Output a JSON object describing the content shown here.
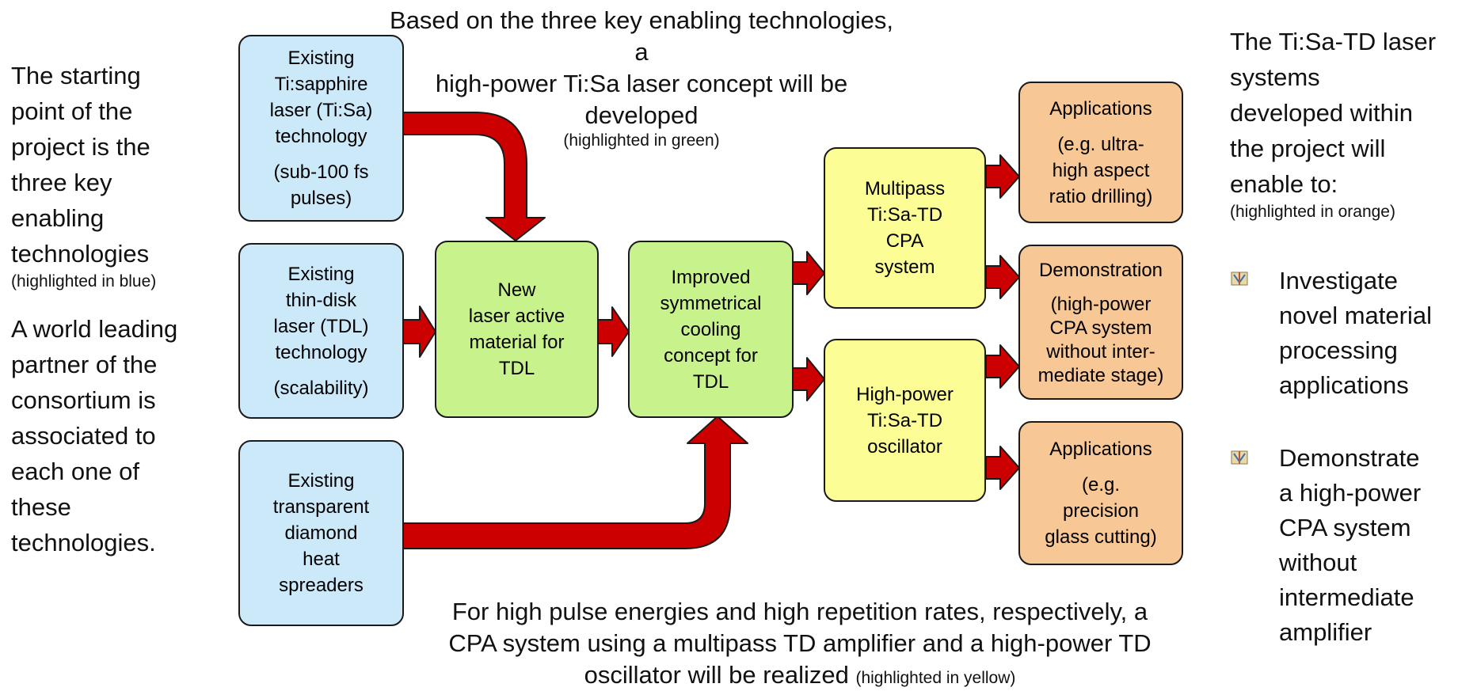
{
  "top_text": {
    "line1": "Based on the three key enabling technologies, a",
    "line2": "high-power Ti:Sa laser concept will be developed",
    "note": "(highlighted in green)"
  },
  "left_text": {
    "para1_lines": [
      "The starting",
      "point of the",
      "project is the",
      "three key",
      "enabling",
      "technologies"
    ],
    "para1_note": "(highlighted in blue)",
    "para2_lines": [
      "A world leading",
      "partner of the",
      "consortium is",
      "associated to",
      "each one of",
      "these",
      "technologies."
    ]
  },
  "right_text": {
    "heading_lines": [
      "The Ti:Sa-TD laser",
      "systems",
      "developed within",
      "the project will",
      "enable to:"
    ],
    "heading_note": "(highlighted in orange)",
    "bullet1_lines": [
      "Investigate",
      "novel material",
      "processing",
      "applications"
    ],
    "bullet2_lines": [
      "Demonstrate",
      "a high-power",
      "CPA system",
      "without",
      "intermediate",
      "amplifier"
    ]
  },
  "bottom_text": {
    "line1": "For high pulse energies and high repetition rates, respectively, a",
    "line2": "CPA system using a multipass TD amplifier and a high-power TD",
    "line3": "oscillator will be realized",
    "note": "(highlighted in yellow)"
  },
  "boxes": {
    "ti_sa": {
      "main": [
        "Existing",
        "Ti:sapphire",
        "laser (Ti:Sa)",
        "technology"
      ],
      "sub": [
        "(sub-100 fs",
        "pulses)"
      ]
    },
    "tdl": {
      "main": [
        "Existing",
        "thin-disk",
        "laser (TDL)",
        "technology"
      ],
      "sub": [
        "(scalability)"
      ]
    },
    "diamond": {
      "main": [
        "Existing",
        "transparent",
        "diamond",
        "heat",
        "spreaders"
      ]
    },
    "new_material": {
      "main": [
        "New",
        "laser active",
        "material for",
        "TDL"
      ]
    },
    "cooling": {
      "main": [
        "Improved",
        "symmetrical",
        "cooling",
        "concept for",
        "TDL"
      ]
    },
    "multipass": {
      "main": [
        "Multipass",
        "Ti:Sa-TD",
        "CPA",
        "system"
      ]
    },
    "oscillator": {
      "main": [
        "High-power",
        "Ti:Sa-TD",
        "oscillator"
      ]
    },
    "app1": {
      "main": [
        "Applications"
      ],
      "sub": [
        "(e.g. ultra-",
        "high aspect",
        "ratio drilling)"
      ]
    },
    "demo": {
      "main": [
        "Demonstration"
      ],
      "sub": [
        "(high-power",
        "CPA system",
        "without inter-",
        "mediate stage)"
      ]
    },
    "app2": {
      "main": [
        "Applications"
      ],
      "sub": [
        "(e.g.",
        "precision",
        "glass cutting)"
      ]
    }
  },
  "colors": {
    "blue": "#cce9fa",
    "green": "#c8f28c",
    "yellow": "#fdfd95",
    "orange": "#f8c796",
    "arrow": "#cc0000"
  }
}
